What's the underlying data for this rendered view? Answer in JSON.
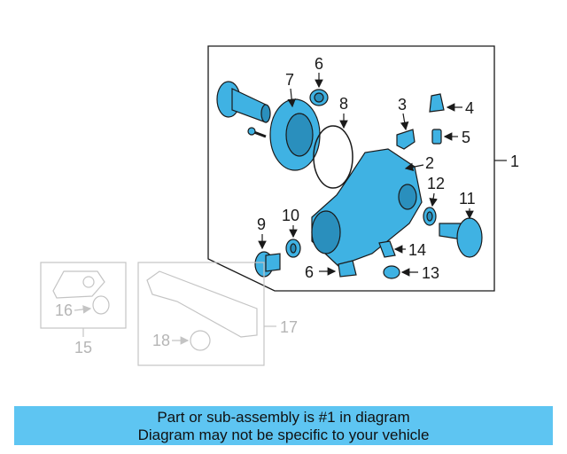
{
  "callouts": {
    "c1": "1",
    "c2": "2",
    "c3": "3",
    "c4": "4",
    "c5": "5",
    "c6a": "6",
    "c6b": "6",
    "c7": "7",
    "c8": "8",
    "c9": "9",
    "c10": "10",
    "c11": "11",
    "c12": "12",
    "c13": "13",
    "c14": "14",
    "c15": "15",
    "c16": "16",
    "c17": "17",
    "c18": "18"
  },
  "banner": {
    "line1": "Part or sub-assembly is #1 in diagram",
    "line2": "Diagram may not be specific to your vehicle"
  },
  "colors": {
    "part_fill": "#3fb2e3",
    "banner": "#5ec5f2",
    "ghost_outline": "#c4c4c4"
  }
}
